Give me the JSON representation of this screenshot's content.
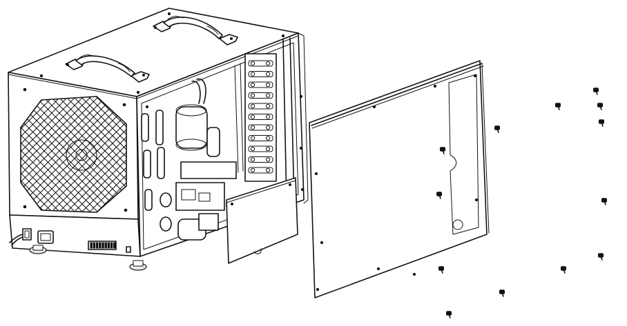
{
  "figure": {
    "subject": "exploded-view",
    "line_color": "#111111",
    "background_color": "#ffffff",
    "parts": [
      "unit-housing",
      "carry-handle-front",
      "carry-handle-rear",
      "fan-grille",
      "control-panel",
      "internal-compressor",
      "coil-assembly",
      "inner-access-panel",
      "side-cover-panel",
      "mounting-screws"
    ],
    "screw_count": 14
  }
}
